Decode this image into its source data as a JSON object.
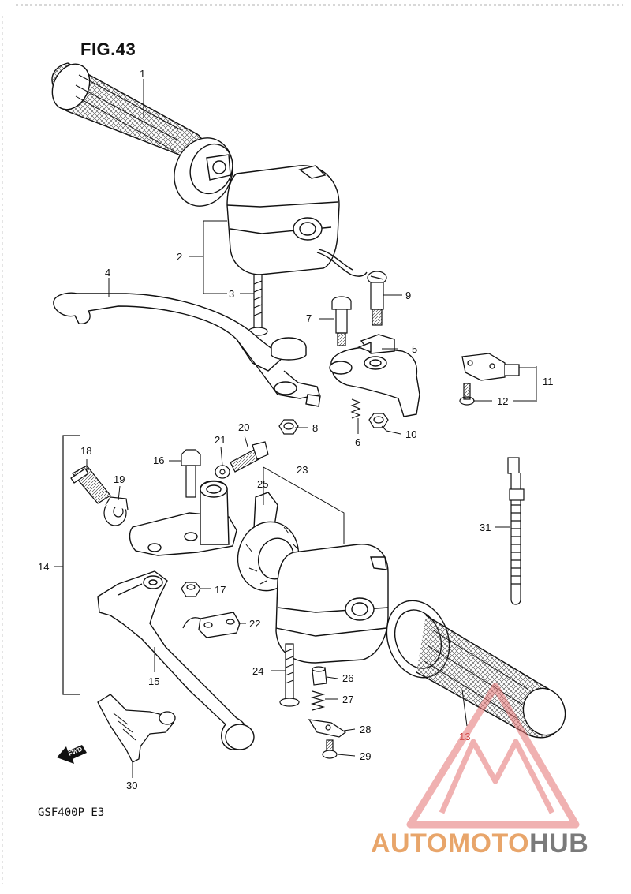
{
  "figure": {
    "title": "FIG.43",
    "model_code": "GSF400P  E3",
    "direction_marker": "FWD"
  },
  "callouts": [
    {
      "id": "c1",
      "label": "1"
    },
    {
      "id": "c2",
      "label": "2"
    },
    {
      "id": "c3",
      "label": "3"
    },
    {
      "id": "c4",
      "label": "4"
    },
    {
      "id": "c5",
      "label": "5"
    },
    {
      "id": "c6",
      "label": "6"
    },
    {
      "id": "c7",
      "label": "7"
    },
    {
      "id": "c8",
      "label": "8"
    },
    {
      "id": "c9",
      "label": "9"
    },
    {
      "id": "c10",
      "label": "10"
    },
    {
      "id": "c11",
      "label": "11"
    },
    {
      "id": "c12",
      "label": "12"
    },
    {
      "id": "c13",
      "label": "13"
    },
    {
      "id": "c14",
      "label": "14"
    },
    {
      "id": "c15",
      "label": "15"
    },
    {
      "id": "c16",
      "label": "16"
    },
    {
      "id": "c17",
      "label": "17"
    },
    {
      "id": "c18",
      "label": "18"
    },
    {
      "id": "c19",
      "label": "19"
    },
    {
      "id": "c20",
      "label": "20"
    },
    {
      "id": "c21",
      "label": "21"
    },
    {
      "id": "c22",
      "label": "22"
    },
    {
      "id": "c23",
      "label": "23"
    },
    {
      "id": "c24",
      "label": "24"
    },
    {
      "id": "c25",
      "label": "25"
    },
    {
      "id": "c26",
      "label": "26"
    },
    {
      "id": "c27",
      "label": "27"
    },
    {
      "id": "c28",
      "label": "28"
    },
    {
      "id": "c29",
      "label": "29"
    },
    {
      "id": "c30",
      "label": "30"
    },
    {
      "id": "c31",
      "label": "31"
    }
  ],
  "watermark": {
    "part1": "AUTO",
    "part2": "MOTO",
    "part3": "HUB",
    "color_accent": "#e57373",
    "color_light": "#e8a56a",
    "color_dark": "#7a7a7a"
  }
}
